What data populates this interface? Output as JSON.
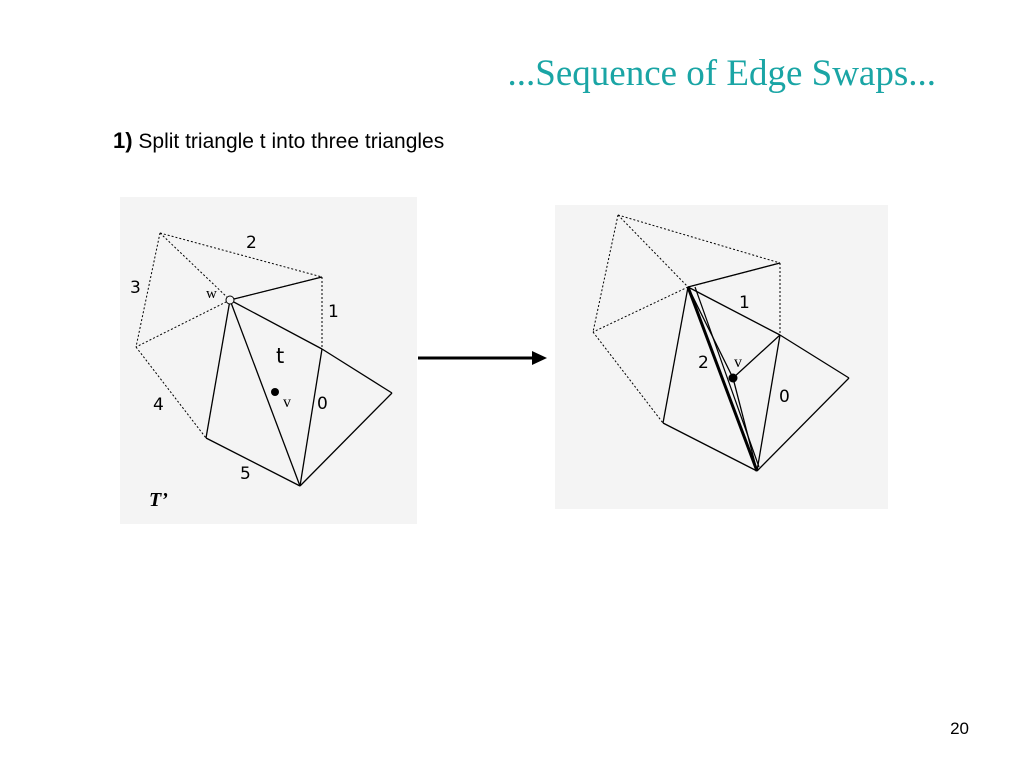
{
  "slide": {
    "title": "...Sequence of Edge Swaps...",
    "step_number": "1)",
    "step_text": "Split triangle t into three triangles",
    "page_number": "20"
  },
  "left_diagram": {
    "edge_labels": [
      "2",
      "3",
      "1",
      "4",
      "0",
      "5"
    ],
    "vertex_w": "w",
    "triangle_t": "t",
    "point_v": "v",
    "caption": "T’"
  },
  "right_diagram": {
    "edge_labels": [
      "1",
      "2",
      "0"
    ],
    "point_v": "v"
  },
  "colors": {
    "title": "#1aa5a5",
    "panel_bg": "#f4f4f4",
    "line": "#000000"
  }
}
